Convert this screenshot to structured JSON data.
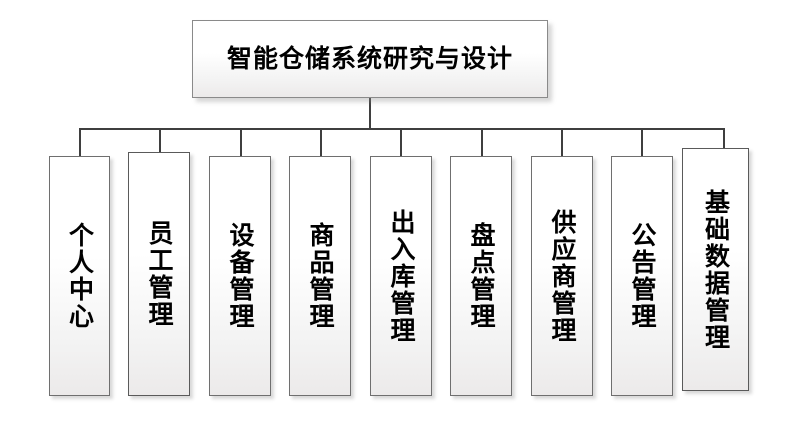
{
  "diagram": {
    "type": "hierarchy-tree",
    "title": "智能仓储系统研究与设计",
    "root": {
      "label": "智能仓储系统研究与设计",
      "name": "root-node"
    },
    "children": [
      {
        "label": "个人中心",
        "name": "node-personal-center"
      },
      {
        "label": "员工管理",
        "name": "node-employee-management"
      },
      {
        "label": "设备管理",
        "name": "node-equipment-management"
      },
      {
        "label": "商品管理",
        "name": "node-product-management"
      },
      {
        "label": "出入库管理",
        "name": "node-inbound-outbound-management"
      },
      {
        "label": "盘点管理",
        "name": "node-inventory-check-management"
      },
      {
        "label": "供应商管理",
        "name": "node-supplier-management"
      },
      {
        "label": "公告管理",
        "name": "node-announcement-management"
      },
      {
        "label": "基础数据管理",
        "name": "node-basic-data-management"
      }
    ],
    "colors": {
      "box_border": "#6f6f6f",
      "box_fill_top": "#ffffff",
      "box_fill_bottom": "#eceaea",
      "connector": "#3f3f3f",
      "text": "#000000",
      "background": "#ffffff"
    },
    "layout": {
      "orientation": "top-down",
      "leaf_text_direction": "vertical",
      "child_count": 9
    }
  }
}
